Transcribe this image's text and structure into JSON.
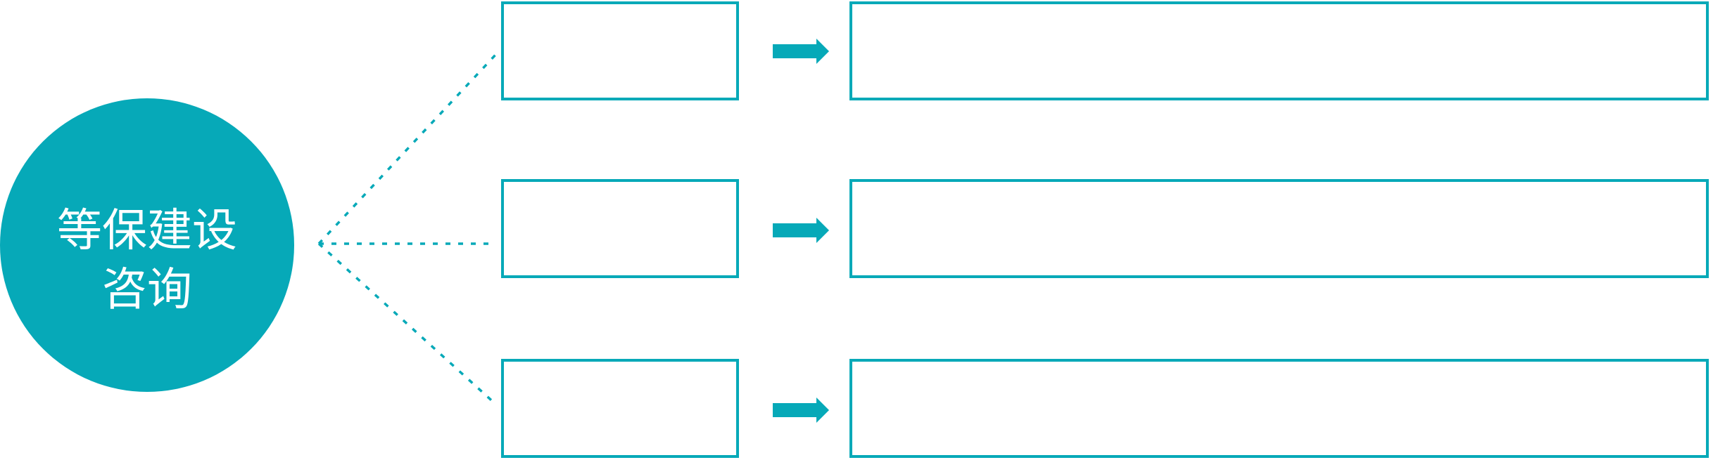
{
  "colors": {
    "accent": "#06A9B8",
    "box_fill": "#FFFFFF",
    "hub_text": "#FFFFFF"
  },
  "hub": {
    "lines": [
      "等保建设",
      "咨询"
    ],
    "full_label": "等保建设咨询"
  },
  "rows": [
    {
      "small_box_text": "",
      "large_box_text": ""
    },
    {
      "small_box_text": "",
      "large_box_text": ""
    },
    {
      "small_box_text": "",
      "large_box_text": ""
    }
  ],
  "icons": {
    "flow_arrow": "right-arrow-icon",
    "connector": "dashed-fan-lines"
  }
}
